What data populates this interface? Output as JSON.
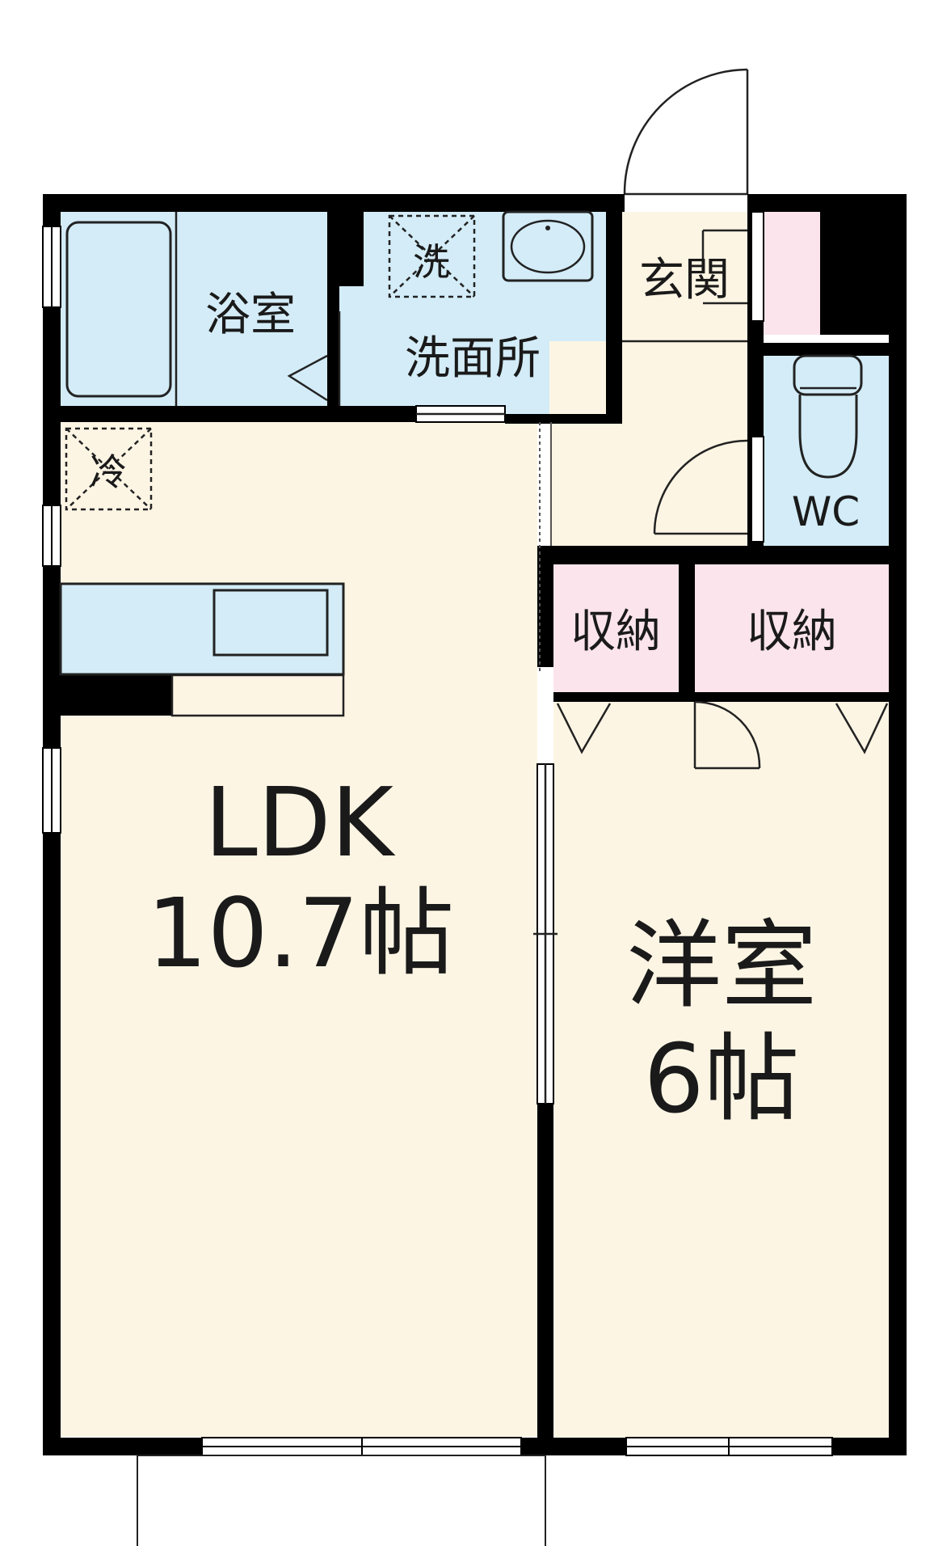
{
  "floor_plan": {
    "rooms": {
      "bath": "浴室",
      "washroom": "洗面所",
      "entrance": "玄関",
      "wc": "WC",
      "storage_left": "収納",
      "storage_right": "収納",
      "ldk_name": "LDK",
      "ldk_size": "10.7帖",
      "western_name": "洋室",
      "western_size": "6帖"
    },
    "marks": {
      "washer": "洗",
      "fridge": "冷"
    },
    "colors": {
      "living_floor": "#fdf5e4",
      "wet_area": "#d3ecf7",
      "storage": "#fbe4ec",
      "wall": "#000000"
    }
  }
}
